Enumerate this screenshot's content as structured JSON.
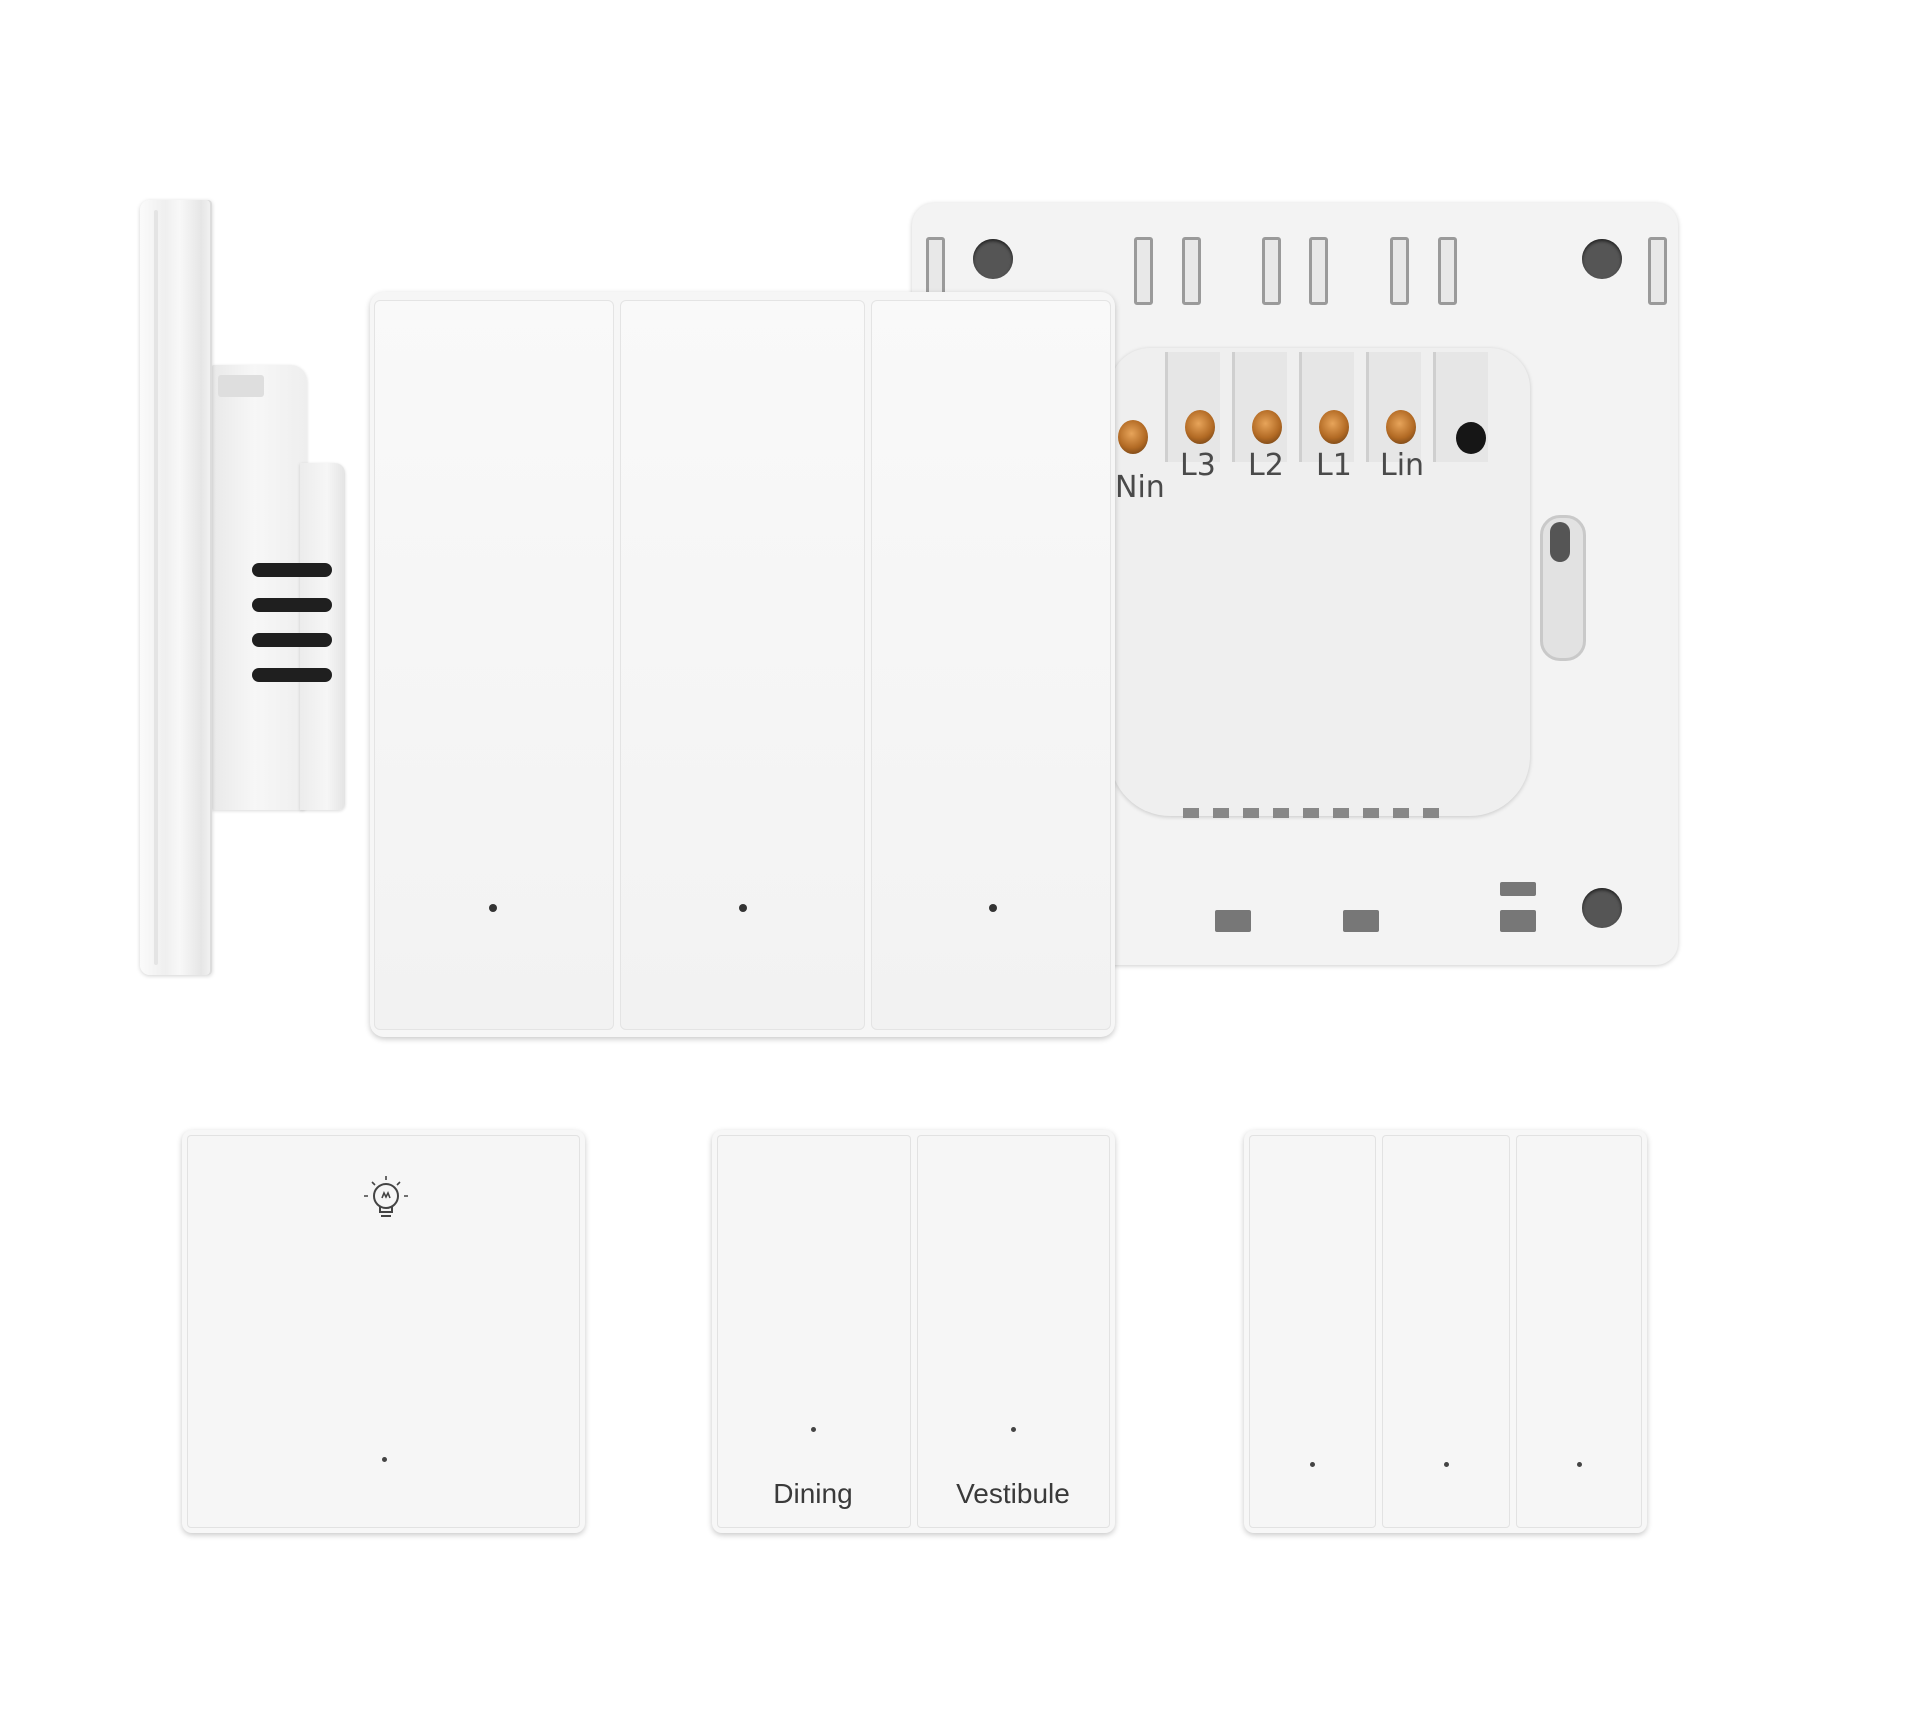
{
  "product": {
    "terminals": [
      "Nin",
      "L3",
      "L2",
      "L1",
      "Lin"
    ],
    "switches": [
      {
        "gangs": 1,
        "icon": "bulb-icon",
        "labels": []
      },
      {
        "gangs": 2,
        "labels": [
          "Dining",
          "Vestibule"
        ]
      },
      {
        "gangs": 3,
        "labels": []
      }
    ]
  },
  "colors": {
    "body": "#f6f6f6",
    "screw": "#b26a24",
    "vent": "#1f1f1f"
  }
}
